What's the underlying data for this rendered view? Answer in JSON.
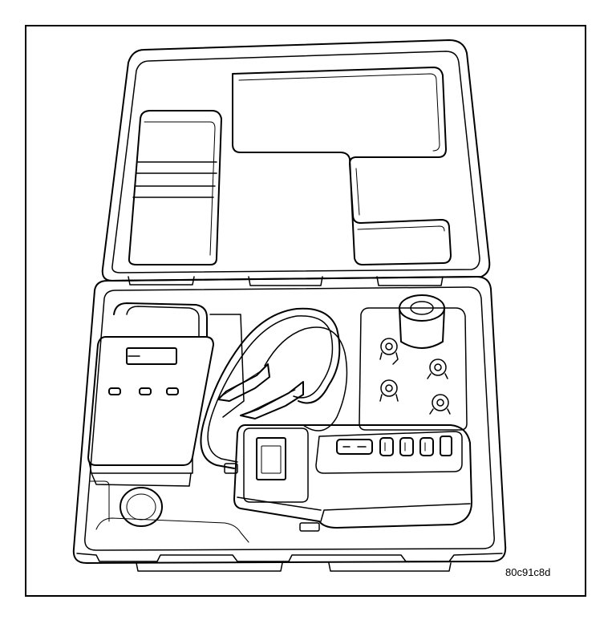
{
  "figure": {
    "code": "80c91c8d",
    "stroke_color": "#000000",
    "background_color": "#ffffff"
  },
  "components": {
    "case_lid": "case-lid",
    "case_base": "case-base",
    "printer": "printer",
    "tester_unit": "tester-unit",
    "cable_clamps": "cable-clamps",
    "adapter_fittings": "adapter-fittings"
  }
}
